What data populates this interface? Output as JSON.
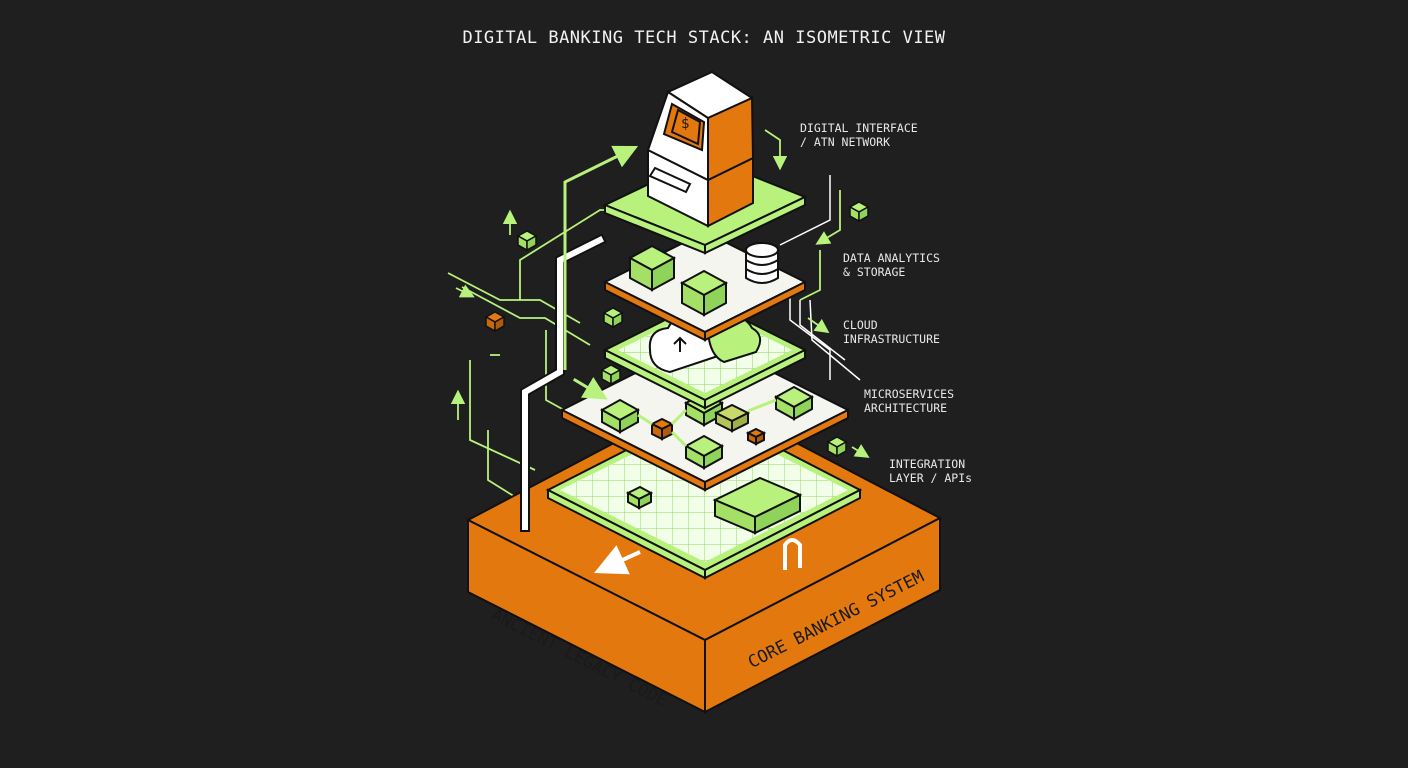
{
  "title": "DIGITAL BANKING TECH STACK: AN ISOMETRIC VIEW",
  "labels": {
    "digital_interface": [
      "DIGITAL INTERFACE",
      "/ ATN NETWORK"
    ],
    "data_analytics": [
      "DATA ANALYTICS",
      "& STORAGE"
    ],
    "cloud": [
      "CLOUD",
      "INFRASTRUCTURE"
    ],
    "microservices": [
      "MICROSERVICES",
      "ARCHITECTURE"
    ],
    "integration": [
      "INTEGRATION",
      "LAYER / APIs"
    ]
  },
  "base": {
    "left_face": "ANCIENT LEGACY CODE",
    "right_face": "CORE BANKING SYSTEM"
  },
  "atm_symbol": "$",
  "colors": {
    "background": "#1f1f1f",
    "orange": "#e2780e",
    "green": "#b8f27c",
    "outline": "#111111",
    "white": "#ffffff"
  }
}
